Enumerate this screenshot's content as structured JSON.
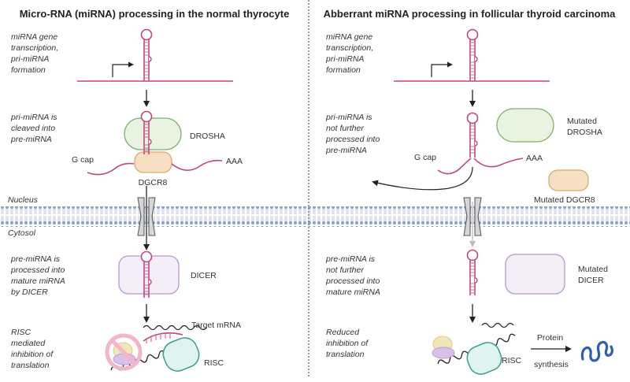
{
  "left_panel": {
    "title": "Micro-RNA (miRNA) processing in the normal thyrocyte",
    "steps": [
      [
        "miRNA gene",
        "transcription,",
        "pri-miRNA",
        "formation"
      ],
      [
        "pri-miRNA is",
        "cleaved into",
        "pre-miRNA"
      ],
      [
        "pre-miRNA is",
        "processed into",
        "mature miRNA",
        "by DICER"
      ],
      [
        "RISC",
        "mediated",
        "inhibition of",
        "translation"
      ]
    ],
    "labels": {
      "drosha": "DROSHA",
      "dgcr8": "DGCR8",
      "gcap": "G cap",
      "aaa": "AAA",
      "dicer": "DICER",
      "target_mrna": "Target mRNA",
      "risc": "RISC"
    }
  },
  "right_panel": {
    "title": "Abberrant miRNA processing in follicular thyroid carcinoma",
    "steps": [
      [
        "miRNA gene",
        "transcription,",
        "pri-miRNA",
        "formation"
      ],
      [
        "pri-miRNA is",
        "not further",
        "processed into",
        "pre-miRNA"
      ],
      [
        "pre-miRNA is",
        "not further",
        "processed into",
        "mature miRNA"
      ],
      [
        "Reduced",
        "inhibition of",
        "translation"
      ]
    ],
    "labels": {
      "drosha": [
        "Mutated",
        "DROSHA"
      ],
      "dgcr8": "Mutated DGCR8",
      "gcap": "G cap",
      "aaa": "AAA",
      "dicer": [
        "Mutated",
        "DICER"
      ],
      "risc": "RISC",
      "protein_synthesis": [
        "Protein",
        "synthesis"
      ]
    }
  },
  "compartments": {
    "nucleus": "Nucleus",
    "cytosol": "Cytosol"
  },
  "colors": {
    "rna": "#c2457f",
    "drosha_fill": "#e8f3e1",
    "drosha_stroke": "#7fae6d",
    "dgcr8_fill": "#f7dfc4",
    "dgcr8_stroke": "#d9a872",
    "dicer_fill": "#f3eef8",
    "dicer_stroke": "#b49ad0",
    "risc_fill": "#dff3ef",
    "risc_stroke": "#3f9b8c",
    "membrane": "#8a9fc0",
    "protein": "#2f5fb0",
    "block_sign": "#f2b6c8"
  }
}
